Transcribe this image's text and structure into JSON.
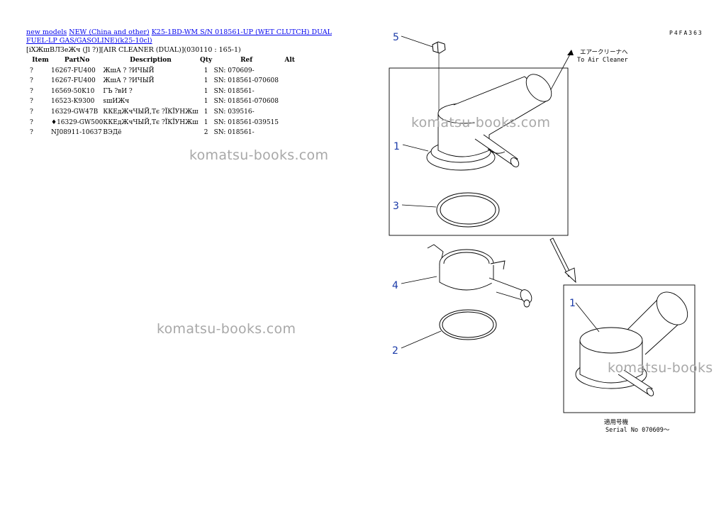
{
  "breadcrumb": {
    "link1": "new models",
    "link2": "NEW (China and other)",
    "link3": "K25-1BD-WM S/N 018561-UP (WET CLUTCH) DUAL FUEL-LP GAS/GASOLINE)(k25-10cl)"
  },
  "section_title": "[iХЖшВЛЗеЖч (Jl ?)][AIR CLEANER (DUAL)](030110 : 165-1)",
  "table": {
    "headers": [
      "Item",
      "PartNo",
      "Description",
      "Qty",
      "Ref",
      "Alt"
    ],
    "rows": [
      {
        "item": "?",
        "part": "16267-FU400",
        "desc": "ЖшА ? ?ИЧЫЙ",
        "qty": "1",
        "ref": "SN: 070609-",
        "alt": ""
      },
      {
        "item": "?",
        "part": "16267-FU400",
        "desc": "ЖшА ? ?ИЧЫЙ",
        "qty": "1",
        "ref": "SN: 018561-070608",
        "alt": ""
      },
      {
        "item": "?",
        "part": "16569-50K10",
        "desc": "ГЪ ?вИ ?",
        "qty": "1",
        "ref": "SN: 018561-",
        "alt": ""
      },
      {
        "item": "?",
        "part": "16523-K9300",
        "desc": "sшИЖч",
        "qty": "1",
        "ref": "SN: 018561-070608",
        "alt": ""
      },
      {
        "item": "?",
        "part": "16329-GW47B",
        "desc": "ККЕдЖчЧЫЙ,Тє ?ЇКЇУНЖш",
        "qty": "1",
        "ref": "SN: 039516-",
        "alt": ""
      },
      {
        "item": "?",
        "part": "♦16329-GW500",
        "desc": "ККЕдЖчЧЫЙ,Тє ?ЇКЇУНЖш",
        "qty": "1",
        "ref": "SN: 018561-039515",
        "alt": ""
      },
      {
        "item": "?",
        "part": "NJ08911-10637",
        "desc": "ВЭДё",
        "qty": "2",
        "ref": "SN: 018561-",
        "alt": ""
      }
    ]
  },
  "watermarks": {
    "text": "komatsu-books.com",
    "text_short": "komatsu-books"
  },
  "diagram": {
    "code": "P4FA363",
    "label_5": "5",
    "label_1a": "1",
    "label_3": "3",
    "label_4": "4",
    "label_2": "2",
    "label_1b": "1",
    "to_air_cleaner_jp": "エアークリーナへ",
    "to_air_cleaner_en": "To Air Cleaner",
    "serial_jp": "適用号機",
    "serial_en": "Serial No 070609～",
    "label_color": "#1a3aa8"
  }
}
